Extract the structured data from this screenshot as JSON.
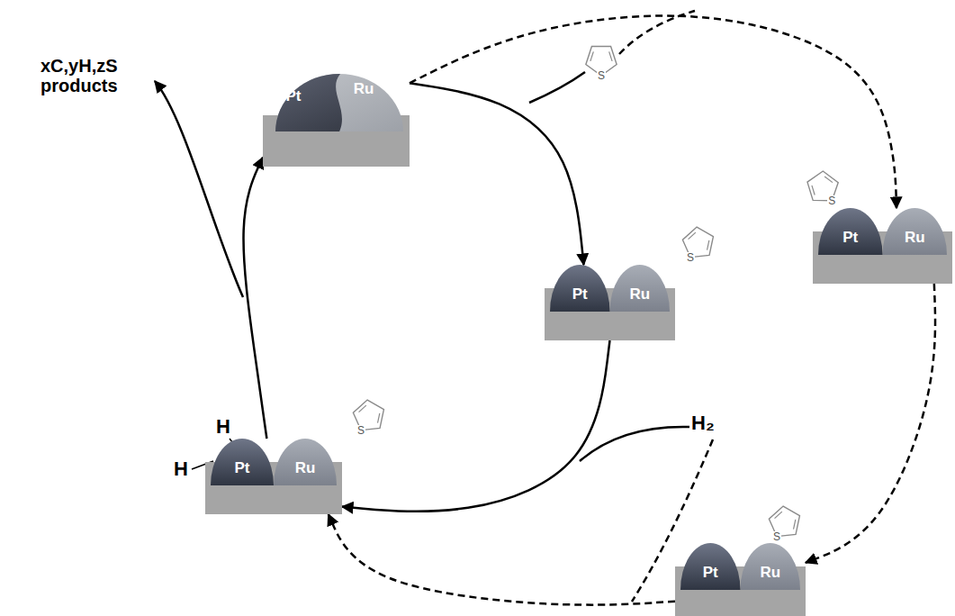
{
  "diagram": {
    "nodes": [
      {
        "text": [
          "Pt",
          "Ru"
        ]
      },
      {
        "text": [
          "Pt",
          "Ru"
        ]
      },
      {
        "text": [
          "Pt",
          "Ru"
        ]
      },
      {
        "text": [
          "Pt",
          "Ru"
        ]
      },
      {
        "text": [
          "Pt",
          "Ru"
        ]
      }
    ],
    "edges": [
      {
        "from": 0,
        "to": 2,
        "arrow": "to"
      },
      {
        "from": 2,
        "to": 3,
        "arrow": "to"
      },
      {
        "from": 3,
        "to": 0,
        "arrow": "to"
      },
      {
        "from": 0,
        "to": 1,
        "arrow": "to"
      },
      {
        "from": 1,
        "to": 4,
        "arrow": "to"
      },
      {
        "from": 4,
        "to": 3,
        "arrow": "to"
      }
    ],
    "labels": [
      "xC,yH,zS products",
      "H₂",
      "H",
      "H",
      "S",
      "S",
      "S",
      "S",
      "S"
    ]
  }
}
